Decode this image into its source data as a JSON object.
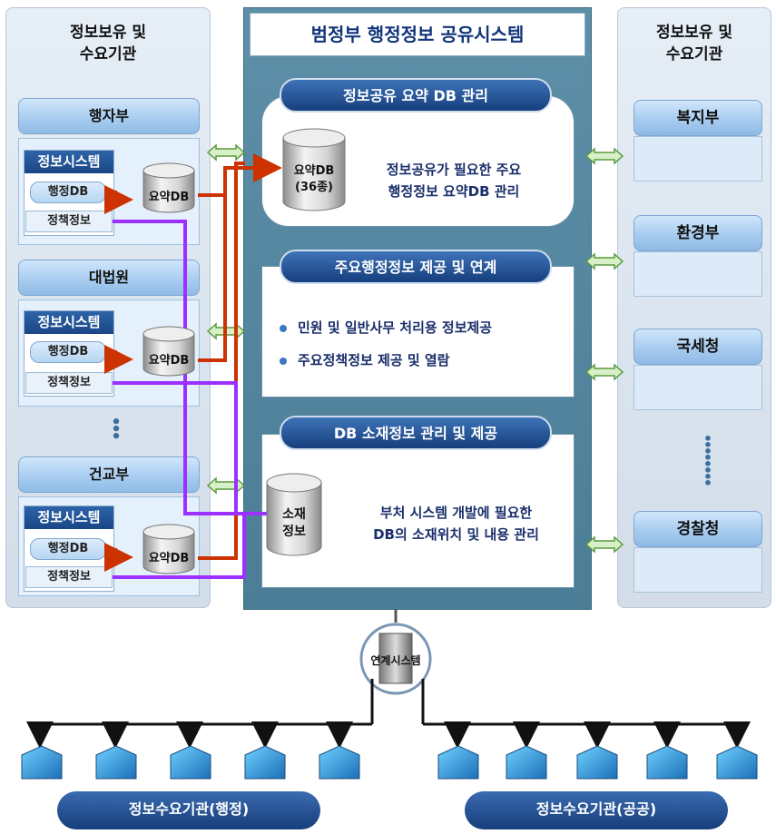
{
  "left_column": {
    "title_line1": "정보보유 및",
    "title_line2": "수요기관",
    "orgs": [
      {
        "name": "행자부",
        "system_title": "정보시스템",
        "item1": "행정DB",
        "item2": "정책정보",
        "db": "요약DB"
      },
      {
        "name": "대법원",
        "system_title": "정보시스템",
        "item1": "행정DB",
        "item2": "정책정보",
        "db": "요약DB"
      },
      {
        "name": "건교부",
        "system_title": "정보시스템",
        "item1": "행정DB",
        "item2": "정책정보",
        "db": "요약DB"
      }
    ]
  },
  "center": {
    "title": "범정부 행정정보 공유시스템",
    "sections": [
      {
        "pill": "정보공유 요약 DB 관리",
        "db_line1": "요약DB",
        "db_line2": "(36종)",
        "text_line1": "정보공유가 필요한 주요",
        "text_line2": "행정정보 요약DB 관리"
      },
      {
        "pill": "주요행정정보 제공 및 연계",
        "bullet1": "민원 및 일반사무 처리용 정보제공",
        "bullet2": "주요정책정보 제공 및 열람"
      },
      {
        "pill": "DB 소재정보 관리 및 제공",
        "db_line1": "소재",
        "db_line2": "정보",
        "text_line1": "부처 시스템 개발에 필요한",
        "text_line2": "DB의 소재위치 및 내용 관리"
      }
    ]
  },
  "right_column": {
    "title_line1": "정보보유 및",
    "title_line2": "수요기관",
    "orgs": [
      "복지부",
      "환경부",
      "국세청",
      "경찰청"
    ]
  },
  "linkage": {
    "label": "연계시스템"
  },
  "bottom": {
    "left_label": "정보수요기관(행정)",
    "right_label": "정보수요기관(공공)"
  },
  "colors": {
    "summary_db_link": "#cc3300",
    "policy_info_link": "#9b30ff",
    "center_bg": "#527f99",
    "pill": "#1f4f92"
  }
}
